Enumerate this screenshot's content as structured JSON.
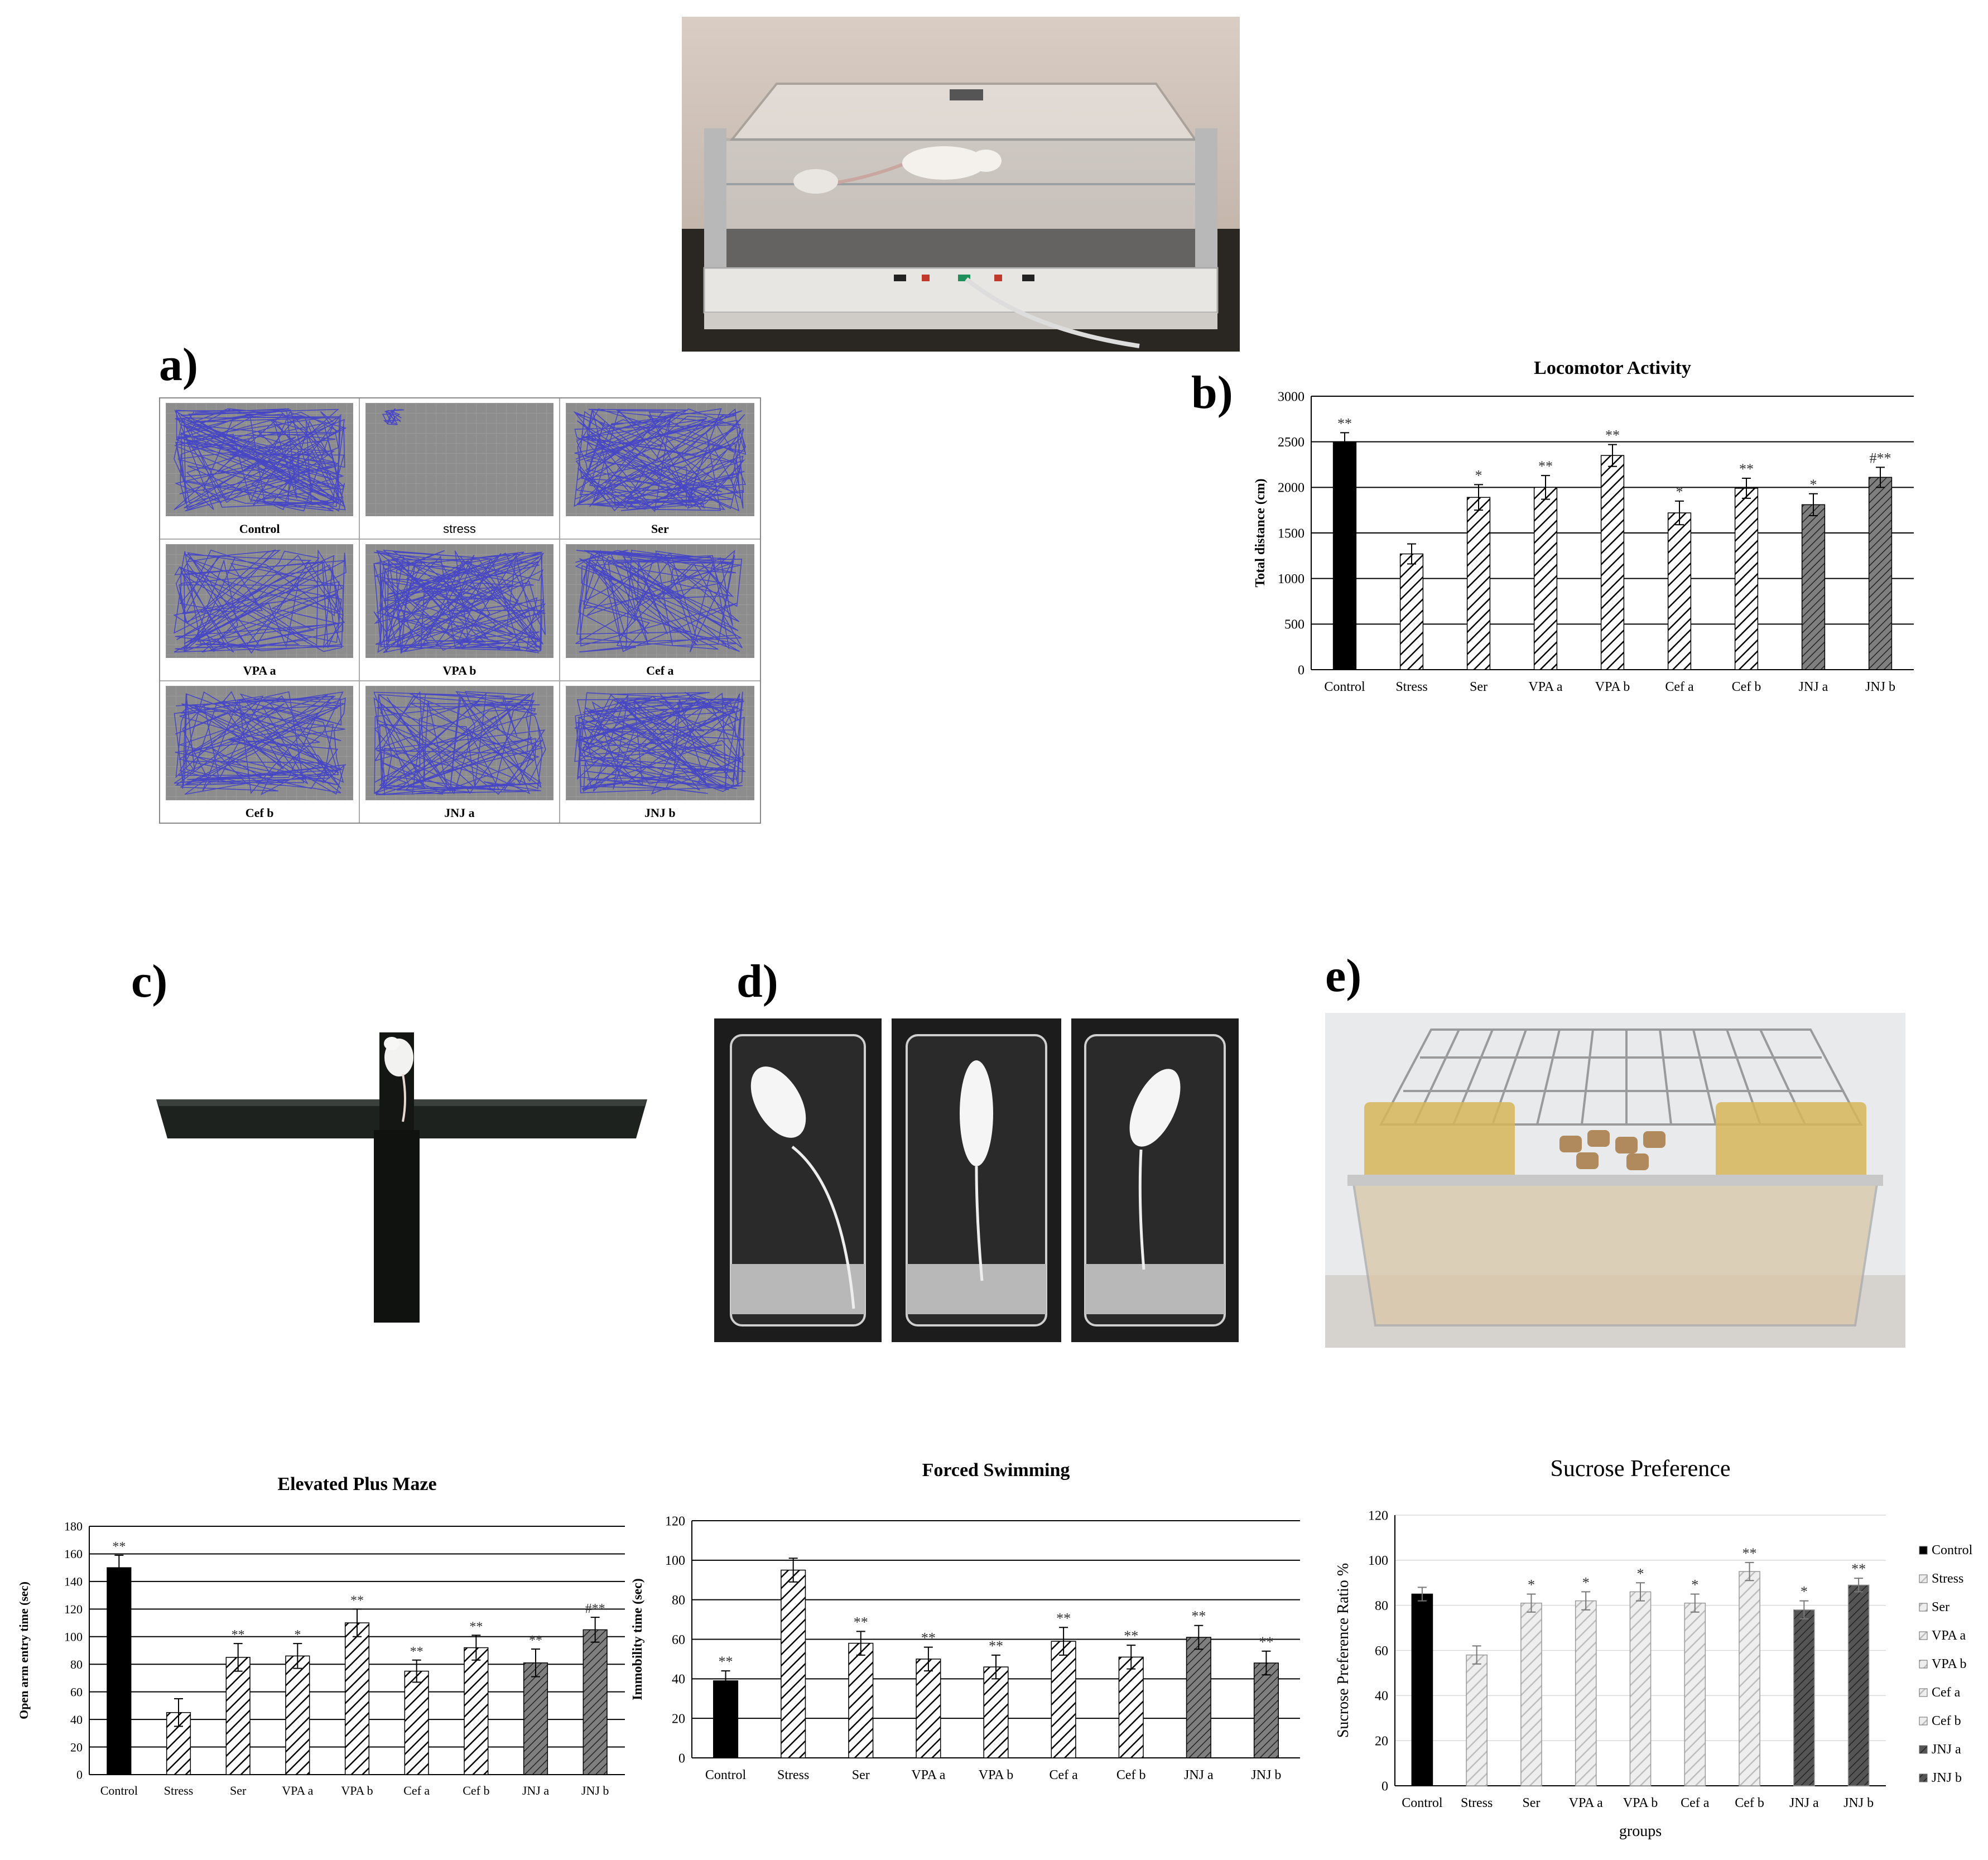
{
  "panel_labels": {
    "a": "a)",
    "b": "b)",
    "c": "c)",
    "d": "d)",
    "e": "e)"
  },
  "tracking_captions": [
    "Control",
    "stress",
    "Ser",
    "VPA a",
    "VPA b",
    "Cef a",
    "Cef b",
    "JNJ a",
    "JNJ b"
  ],
  "tracking_activity": [
    0.9,
    0.05,
    0.85,
    0.6,
    0.95,
    0.6,
    0.65,
    0.7,
    0.8
  ],
  "colors": {
    "control_bar": "#000000",
    "hatch_bar": "#ffffff",
    "jnj_bar": "#808080",
    "sucrose_hatch": "#bdbdbd",
    "track_line": "#3b3bcf"
  },
  "chart_data": [
    {
      "type": "bar",
      "title": "Locomotor Activity",
      "xlabel": "",
      "ylabel": "Total distance (cm)",
      "categories": [
        "Control",
        "Stress",
        "Ser",
        "VPA a",
        "VPA b",
        "Cef a",
        "Cef b",
        "JNJ a",
        "JNJ b"
      ],
      "values": [
        2500,
        1270,
        1890,
        2000,
        2350,
        1720,
        1990,
        1810,
        2110
      ],
      "errors": [
        100,
        110,
        140,
        130,
        120,
        130,
        110,
        120,
        110
      ],
      "annotations": [
        "**",
        "",
        "*",
        "**",
        "**",
        "*",
        "**",
        "*",
        "#**"
      ],
      "ylim": [
        0,
        3000
      ],
      "yticks": [
        0,
        500,
        1000,
        1500,
        2000,
        2500,
        3000
      ],
      "grid": true
    },
    {
      "type": "bar",
      "title": "Elevated Plus Maze",
      "xlabel": "",
      "ylabel": "Open arm entry time (sec)",
      "categories": [
        "Control",
        "Stress",
        "Ser",
        "VPA a",
        "VPA b",
        "Cef a",
        "Cef b",
        "JNJ a",
        "JNJ b"
      ],
      "values": [
        150,
        45,
        85,
        86,
        110,
        75,
        92,
        81,
        105
      ],
      "errors": [
        9,
        10,
        10,
        9,
        10,
        8,
        9,
        10,
        9
      ],
      "annotations": [
        "**",
        "",
        "**",
        "*",
        "**",
        "**",
        "**",
        "**",
        "#**"
      ],
      "ylim": [
        0,
        180
      ],
      "yticks": [
        0,
        20,
        40,
        60,
        80,
        100,
        120,
        140,
        160,
        180
      ],
      "grid": true
    },
    {
      "type": "bar",
      "title": "Forced Swimming",
      "xlabel": "",
      "ylabel": "Immobility time (sec)",
      "categories": [
        "Control",
        "Stress",
        "Ser",
        "VPA a",
        "VPA b",
        "Cef a",
        "Cef b",
        "JNJ a",
        "JNJ b"
      ],
      "values": [
        39,
        95,
        58,
        50,
        46,
        59,
        51,
        61,
        48
      ],
      "errors": [
        5,
        6,
        6,
        6,
        6,
        7,
        6,
        6,
        6
      ],
      "annotations": [
        "**",
        "",
        "**",
        "**",
        "**",
        "**",
        "**",
        "**",
        "**"
      ],
      "ylim": [
        0,
        120
      ],
      "yticks": [
        0,
        20,
        40,
        60,
        80,
        100,
        120
      ],
      "grid": true
    },
    {
      "type": "bar",
      "title": "Sucrose Preference",
      "xlabel": "groups",
      "ylabel": "Sucrose Preference Ratio %",
      "categories": [
        "Control",
        "Stress",
        "Ser",
        "VPA a",
        "VPA b",
        "Cef a",
        "Cef b",
        "JNJ a",
        "JNJ b"
      ],
      "values": [
        85,
        58,
        81,
        82,
        86,
        81,
        95,
        78,
        89
      ],
      "errors": [
        3,
        4,
        4,
        4,
        4,
        4,
        4,
        4,
        3
      ],
      "annotations": [
        "",
        "",
        "*",
        "*",
        "*",
        "*",
        "**",
        "*",
        "**"
      ],
      "ylim": [
        0,
        120
      ],
      "yticks": [
        0,
        20,
        40,
        60,
        80,
        100,
        120
      ],
      "grid": true,
      "legend": [
        "Control",
        "Stress",
        "Ser",
        "VPA a",
        "VPA b",
        "Cef a",
        "Cef b",
        "JNJ a",
        "JNJ b"
      ],
      "legend_position": "right"
    }
  ]
}
